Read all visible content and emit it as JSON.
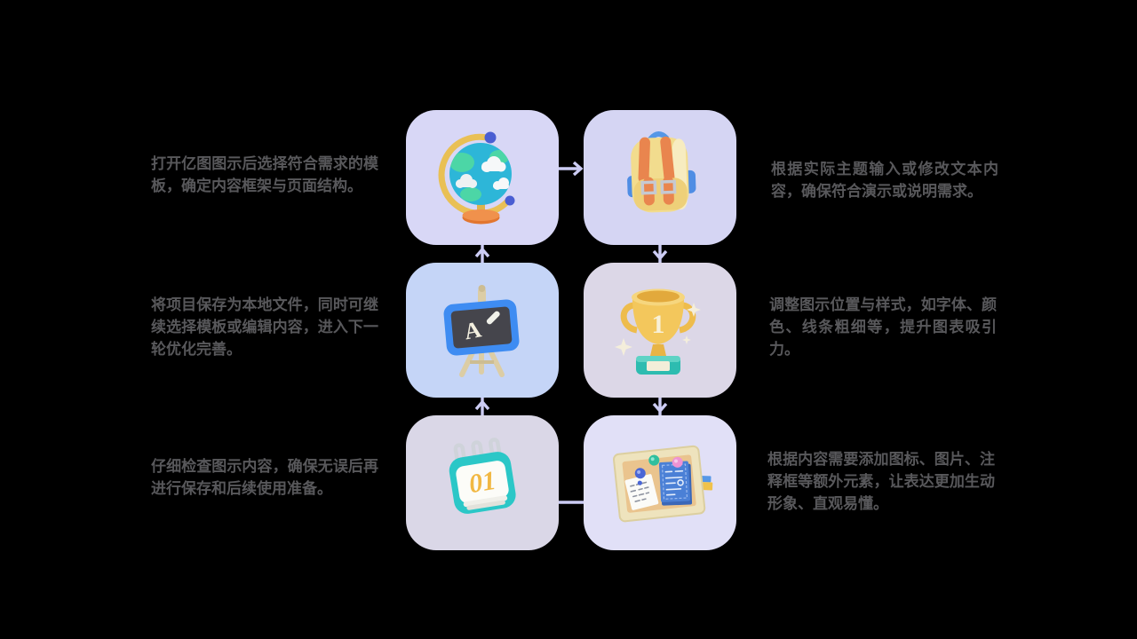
{
  "canvas": {
    "background": "#000000",
    "text_color": "#58585b",
    "arrow_color": "#ccccf4"
  },
  "steps": [
    {
      "order": 1,
      "side": "left",
      "row": 1,
      "icon": "globe-icon",
      "card_color": "#d8d7f6",
      "text": "打开亿图图示后选择符合需求的模板，确定内容框架与页面结构。"
    },
    {
      "order": 2,
      "side": "right",
      "row": 1,
      "icon": "backpack-icon",
      "card_color": "#d5d5f3",
      "text": "根据实际主题输入或修改文本内容，确保符合演示或说明需求。"
    },
    {
      "order": 3,
      "side": "right",
      "row": 2,
      "icon": "trophy-icon",
      "card_color": "#dcd7e7",
      "text": "调整图示位置与样式，如字体、颜色、线条粗细等，提升图表吸引力。"
    },
    {
      "order": 4,
      "side": "right",
      "row": 3,
      "icon": "bulletin-board-icon",
      "card_color": "#e1e0f7",
      "text": "根据内容需要添加图标、图片、注释框等额外元素，让表达更加生动形象、直观易懂。"
    },
    {
      "order": 5,
      "side": "left",
      "row": 3,
      "icon": "calendar-icon",
      "card_color": "#dad7e7",
      "text": "仔细检查图示内容，确保无误后再进行保存和后续使用准备。"
    },
    {
      "order": 6,
      "side": "left",
      "row": 2,
      "icon": "blackboard-icon",
      "card_color": "#c5d5f7",
      "text": "将项目保存为本地文件，同时可继续选择模板或编辑内容，进入下一轮优化完善。"
    }
  ],
  "connectors": [
    {
      "from": 1,
      "to": 2,
      "direction": "right",
      "style": "arrow"
    },
    {
      "from": 2,
      "to": 3,
      "direction": "down",
      "style": "arrow"
    },
    {
      "from": 3,
      "to": 4,
      "direction": "down",
      "style": "arrow"
    },
    {
      "from": 4,
      "to": 5,
      "direction": "left",
      "style": "plain-line"
    },
    {
      "from": 5,
      "to": 6,
      "direction": "up",
      "style": "arrow"
    },
    {
      "from": 6,
      "to": 1,
      "direction": "up",
      "style": "arrow"
    }
  ]
}
